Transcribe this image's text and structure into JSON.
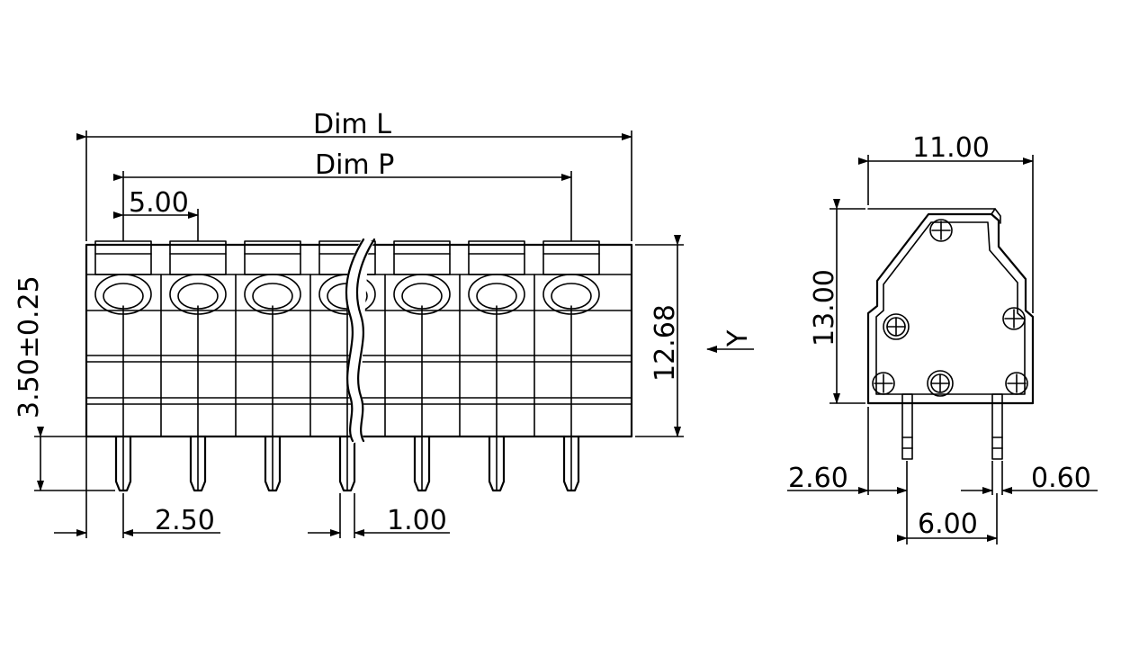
{
  "dimensions": {
    "dim_l": "Dim L",
    "dim_p": "Dim P",
    "pitch": "5.00",
    "height_front": "12.68",
    "pin_length": "3.50±0.25",
    "pin_offset": "2.50",
    "pin_width": "1.00",
    "view_arrow": "Y",
    "width_side": "11.00",
    "height_side": "13.00",
    "offset_side": "2.60",
    "pin_thickness": "0.60",
    "pin_spacing_side": "6.00"
  },
  "poles_count": 7
}
